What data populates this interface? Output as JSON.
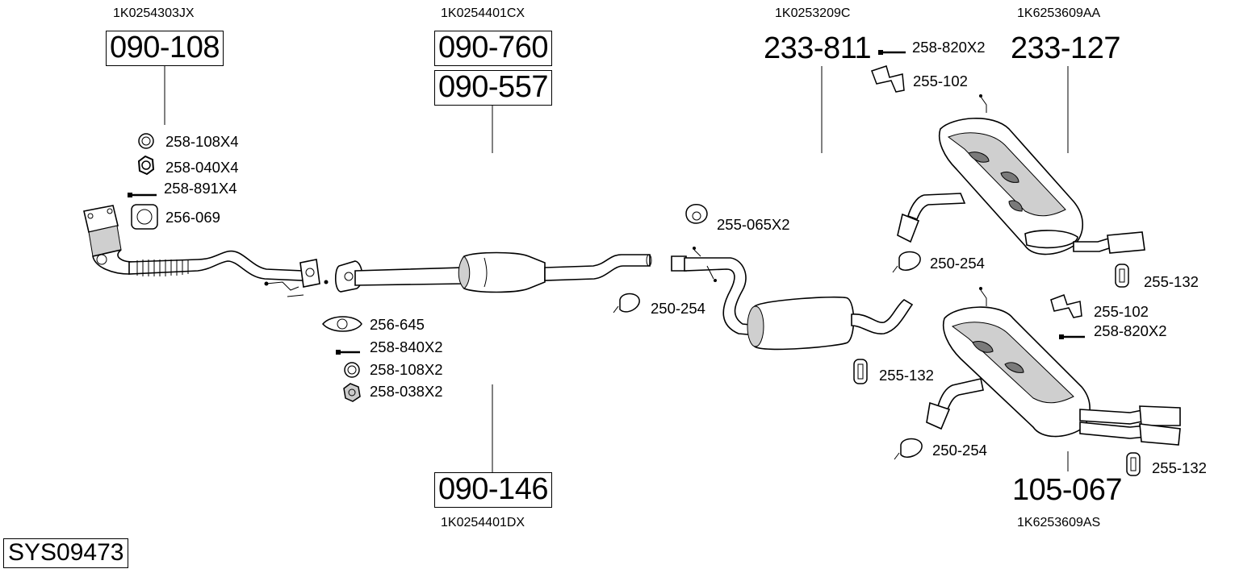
{
  "system_code": "SYS09473",
  "oe_numbers": {
    "front_pipe": "1K0254303JX",
    "catalyst_top": "1K0254401CX",
    "catalyst_bottom": "1K0254401DX",
    "middle_silencer": "1K0253209C",
    "rear_silencer_top": "1K6253609AA",
    "rear_silencer_bottom": "1K6253609AS"
  },
  "part_numbers": {
    "front_pipe": "090-108",
    "catalyst_a": "090-760",
    "catalyst_b": "090-557",
    "catalyst_c": "090-146",
    "middle_silencer": "233-811",
    "rear_silencer_a": "233-127",
    "rear_silencer_b": "105-067"
  },
  "accessories": {
    "ring_front": "258-108X4",
    "nut_front": "258-040X4",
    "bolt_front": "258-891X4",
    "gasket_front": "256-069",
    "hanger_mid": "255-065X2",
    "gasket_cat": "256-645",
    "bolt_cat": "258-840X2",
    "ring_cat": "258-108X2",
    "nut_cat": "258-038X2",
    "clamp_mid": "250-254",
    "rubber_mid": "255-132",
    "bolt_top": "258-820X2",
    "bracket_top": "255-102",
    "clamp_rear_top": "250-254",
    "rubber_rear_top": "255-132",
    "bracket_right": "255-102",
    "bolt_right": "258-820X2",
    "clamp_rear_bottom": "250-254",
    "rubber_rear_bottom": "255-132"
  },
  "icons": [
    "ring-icon",
    "nut-icon",
    "bolt-icon",
    "gasket-icon",
    "clamp-icon",
    "rubber-hanger-icon",
    "bracket-icon"
  ]
}
